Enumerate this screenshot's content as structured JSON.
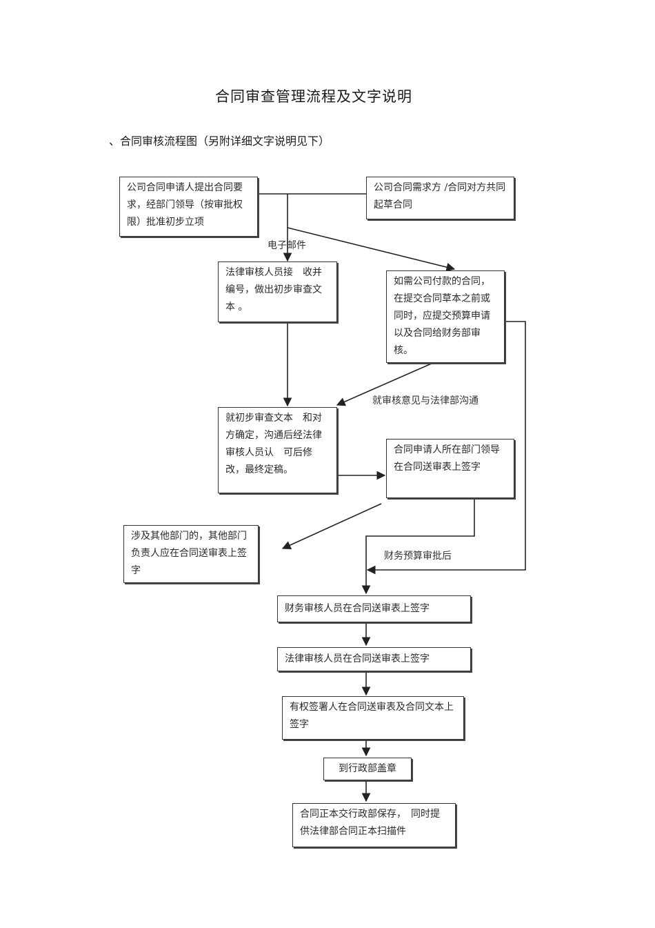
{
  "title": "合同审查管理流程及文字说明",
  "section_title": "、合同审核流程图（另附详细文字说明见下）",
  "nodes": {
    "apply": "公司合同申请人提出合同要求，经部门领导（按审批权限）批准初步立项",
    "draft": "公司合同需求方 /合同对方共同起草合同",
    "legal_receive": "法律审核人员接　收并编号，做出初步审查文本 。",
    "budget": "如需公司付款的合同，在提交合同草本之前或同时，应提交预算申请以及合同给财务部审核。",
    "finalize": "就初步审查文本　和对方确定，沟通后经法律审核人员认　可后修改，最终定稿。",
    "dept_sign": "合同申请人所在部门领导在合同送审表上签字",
    "other_dept": "涉及其他部门的，其他部门负责人应在合同送审表上签字",
    "finance_sign": "财务审核人员在合同送审表上签字",
    "legal_sign": "法律审核人员在合同送审表上签字",
    "authorized_sign": "有权签署人在合同送审表及合同文本上签字",
    "stamp": "到行政部盖章",
    "archive": "合同正本交行政部保存，　同时提供法律部合同正本扫描件"
  },
  "edge_labels": {
    "email": "电子邮件",
    "communicate": "就审核意见与法律部沟通",
    "after_budget": "财务预算审批后"
  }
}
